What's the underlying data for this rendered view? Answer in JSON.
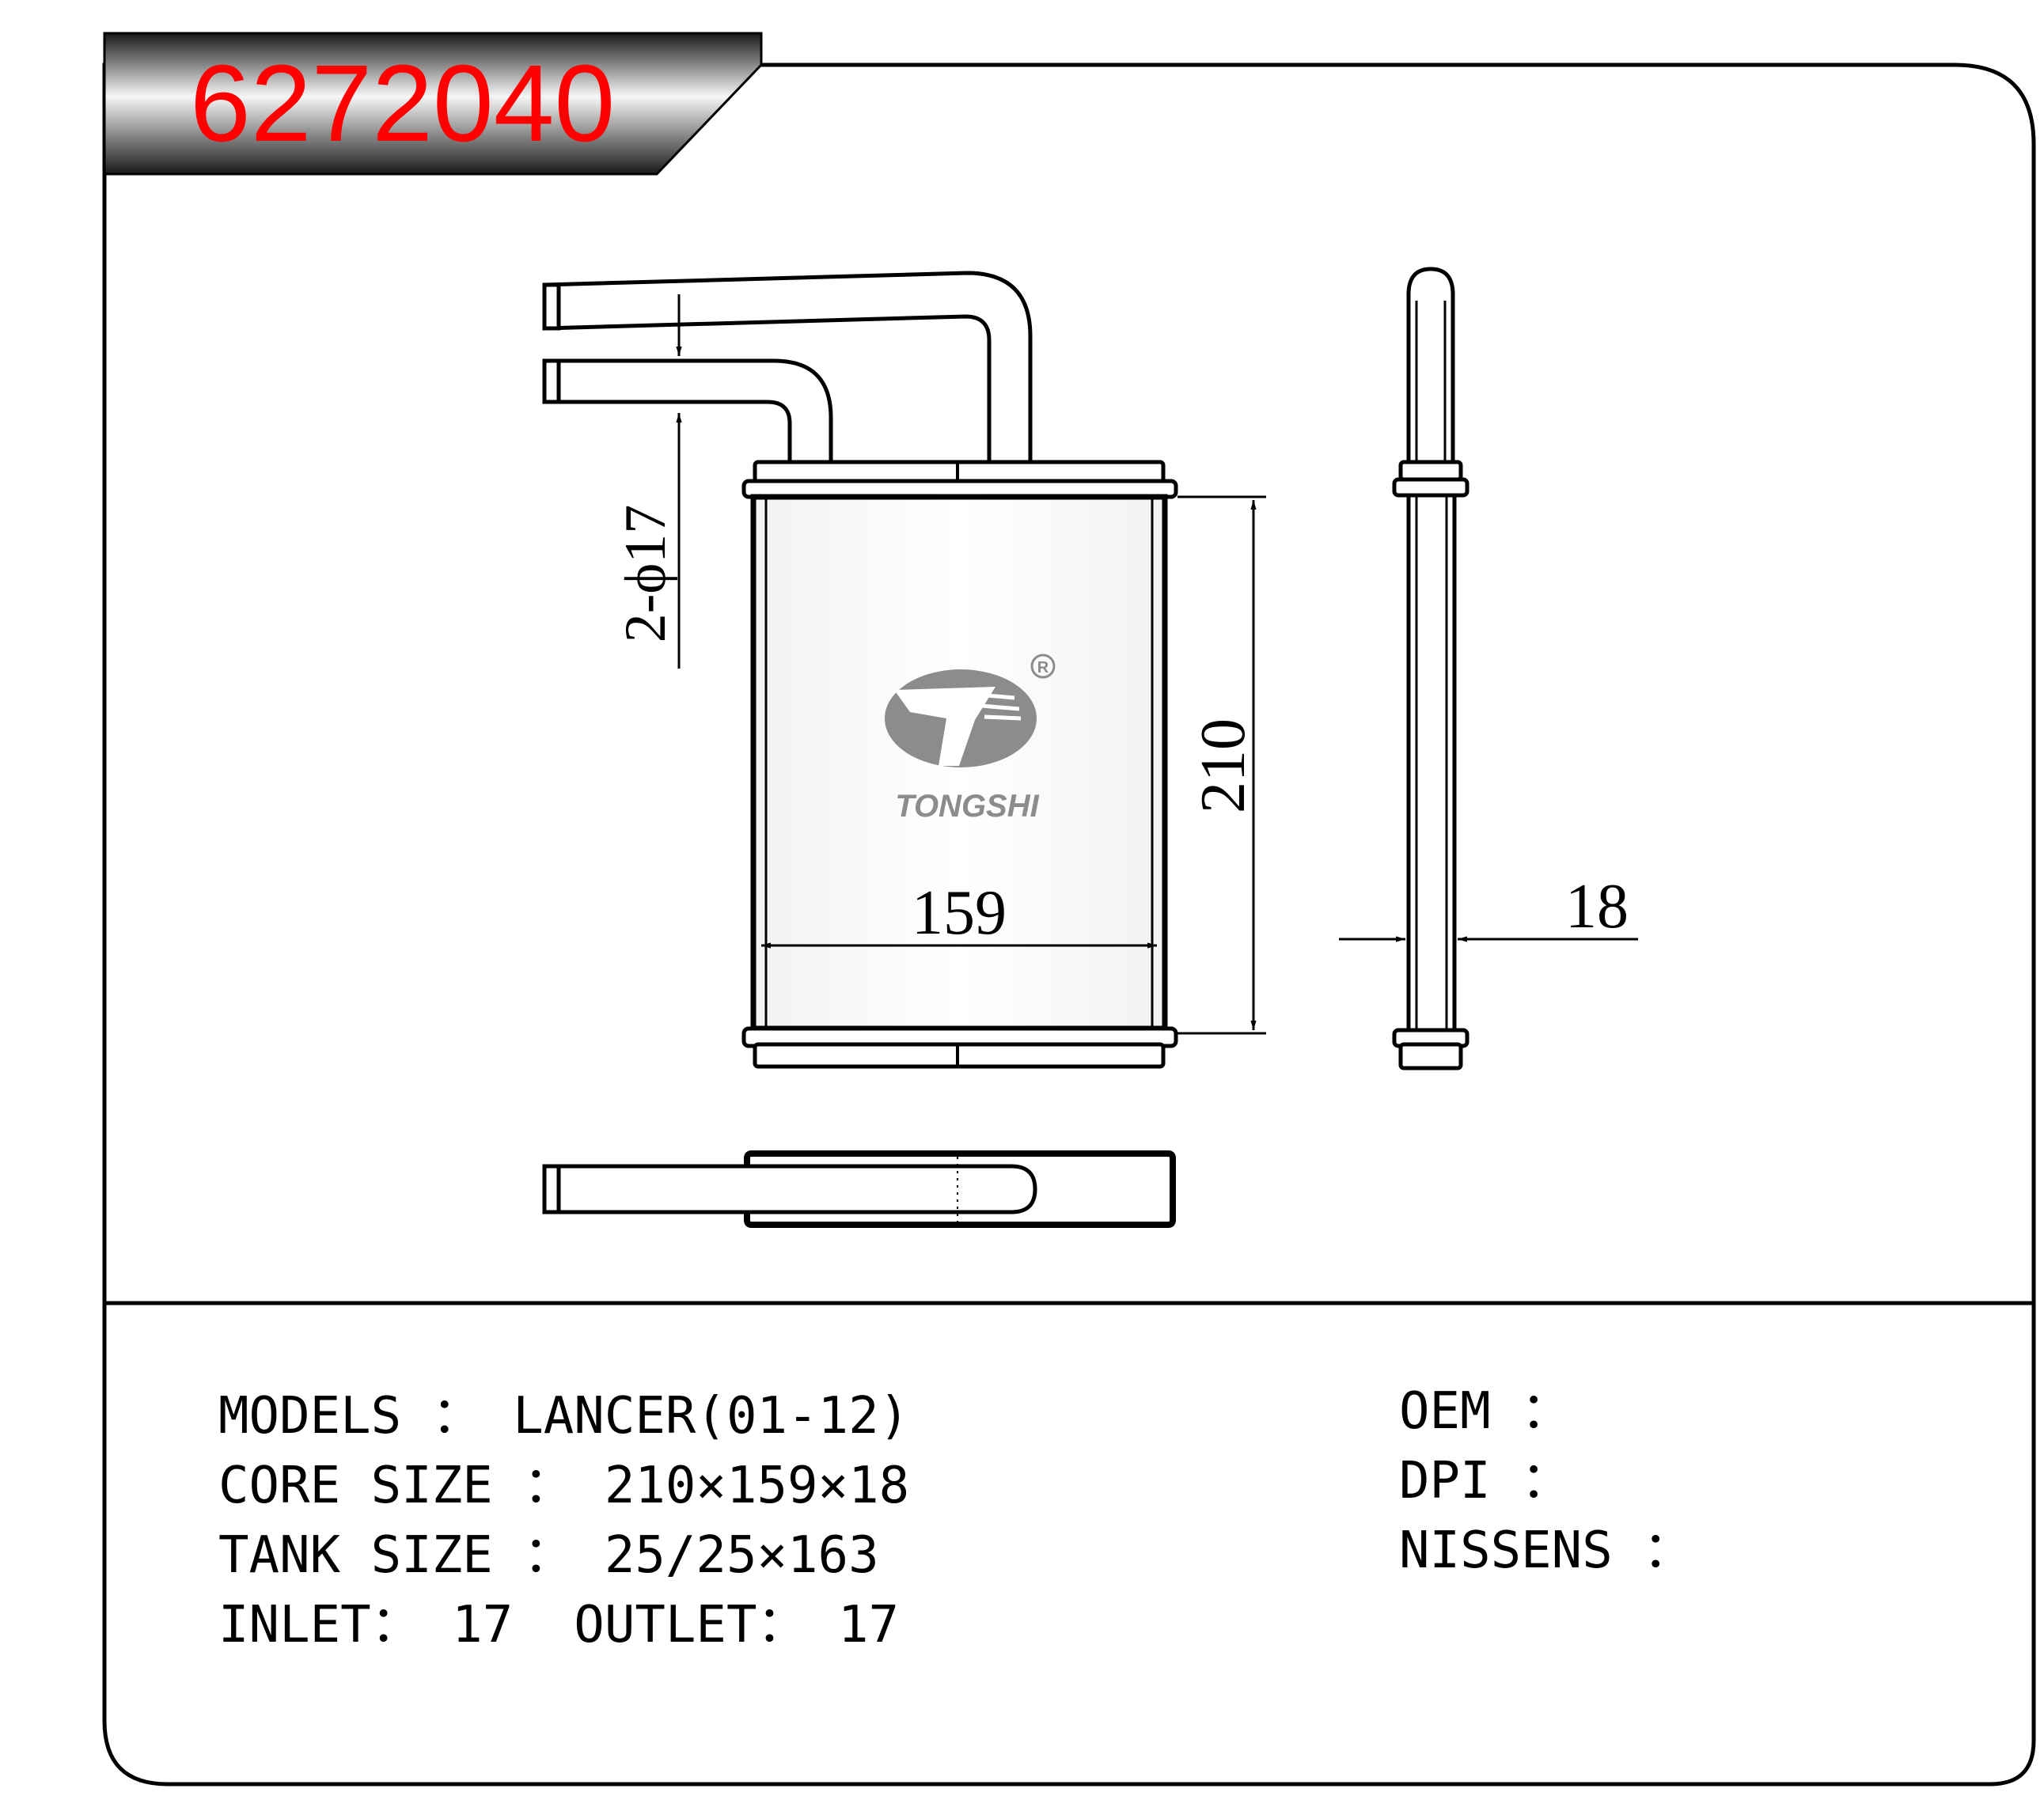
{
  "header": {
    "part_number": "6272040"
  },
  "logo": {
    "brand": "TONGSHI",
    "registered_mark": "R"
  },
  "dimensions": {
    "pipe_diameter": "2-ϕ17",
    "height": "210",
    "width": "159",
    "thickness": "18"
  },
  "specs": {
    "models": "MODELS ： LANCER(01-12)",
    "core_size": "CORE SIZE ： 210×159×18",
    "tank_size": "TANK SIZE ： 25/25×163",
    "inlet_outlet": "INLET： 17  OUTLET： 17"
  },
  "references": {
    "oem": "OEM ：",
    "dpi": "DPI ：",
    "nissens": "NISSENS ："
  },
  "colors": {
    "part_number": "#ff0000",
    "logo": "#8c8c8c",
    "line": "#000000"
  }
}
